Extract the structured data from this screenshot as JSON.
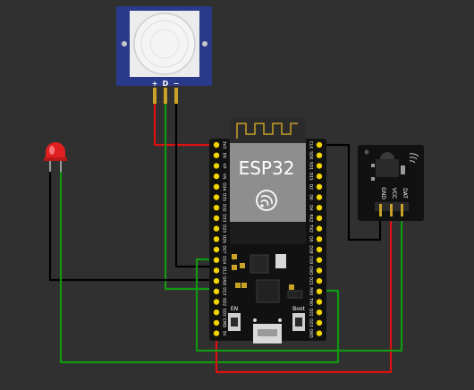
{
  "pir_sensor": {
    "pins": [
      "+",
      "D",
      "−"
    ]
  },
  "esp32": {
    "label": "ESP32",
    "left_pins": [
      "3V3",
      "EN",
      "VP",
      "VN",
      "D34",
      "D35",
      "D32",
      "D33",
      "D25",
      "D26",
      "D27",
      "D14",
      "D12",
      "GND",
      "D13",
      "SD2",
      "SD3",
      "CMD",
      "5V"
    ],
    "right_pins": [
      "CLK",
      "SD0",
      "SD1",
      "D15",
      "D2",
      "D0",
      "D4",
      "RX2",
      "TX2",
      "D5",
      "D18",
      "D19",
      "GND",
      "D21",
      "RX0",
      "TX0",
      "D22",
      "D23",
      "GND"
    ],
    "buttons": [
      "EN",
      "Boot"
    ]
  },
  "ir_receiver": {
    "pins": [
      "GND",
      "VCC",
      "DAT"
    ]
  },
  "colors": {
    "background": "#303030",
    "wire_red": "#dd1111",
    "wire_green": "#119911",
    "wire_black": "#000000",
    "board": "#111111",
    "pin": "#f0d400",
    "led": "#e02020",
    "pir_frame": "#2a3a8a"
  }
}
